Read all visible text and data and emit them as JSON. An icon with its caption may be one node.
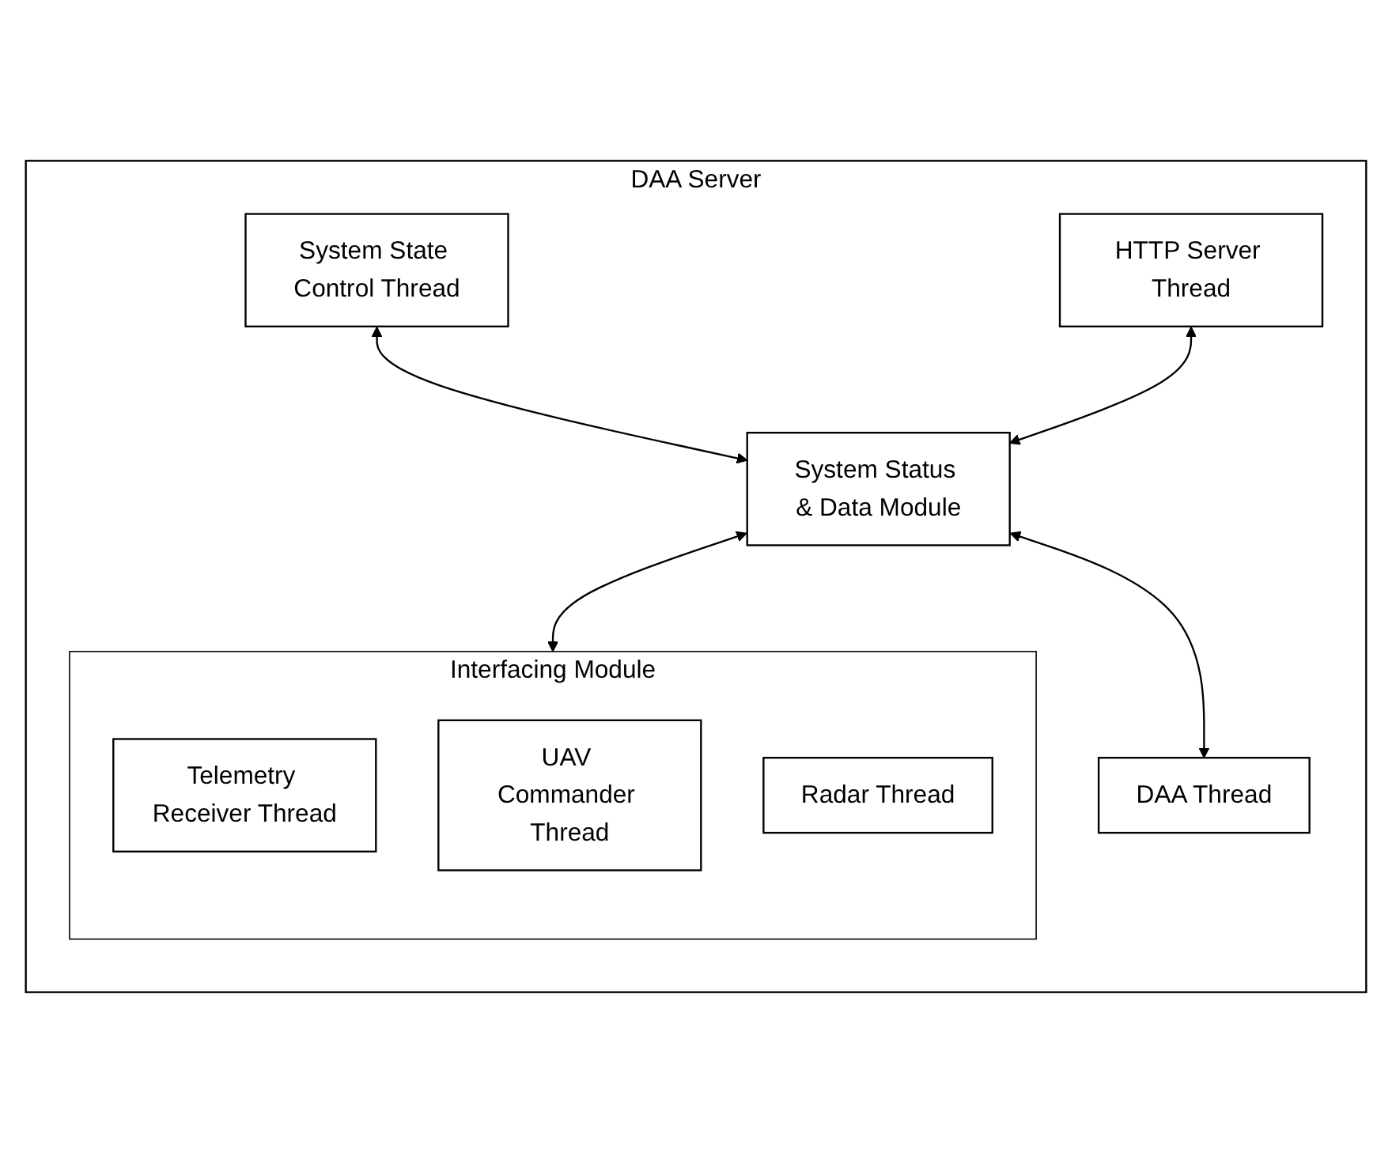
{
  "diagram": {
    "nodes": [
      {
        "text": [
          "DAA Server"
        ]
      },
      {
        "text": [
          "System State Control Thread"
        ],
        "in": 0
      },
      {
        "text": [
          "HTTP Server Thread"
        ],
        "in": 0
      },
      {
        "text": [
          "System Status & Data Module"
        ],
        "in": 0
      },
      {
        "text": [
          "DAA Thread"
        ],
        "in": 0
      },
      {
        "text": [
          "Interfacing Module"
        ],
        "in": 0
      },
      {
        "text": [
          "Telemetry Receiver Thread"
        ],
        "in": 5
      },
      {
        "text": [
          "UAV Commander Thread"
        ],
        "in": 5
      },
      {
        "text": [
          "Radar Thread"
        ],
        "in": 5
      }
    ],
    "edges": [
      {
        "from": 1,
        "to": 3,
        "arrow": "both"
      },
      {
        "from": 2,
        "to": 3,
        "arrow": "both"
      },
      {
        "from": 3,
        "to": 5,
        "arrow": "both"
      },
      {
        "from": 3,
        "to": 4,
        "arrow": "both"
      }
    ]
  }
}
